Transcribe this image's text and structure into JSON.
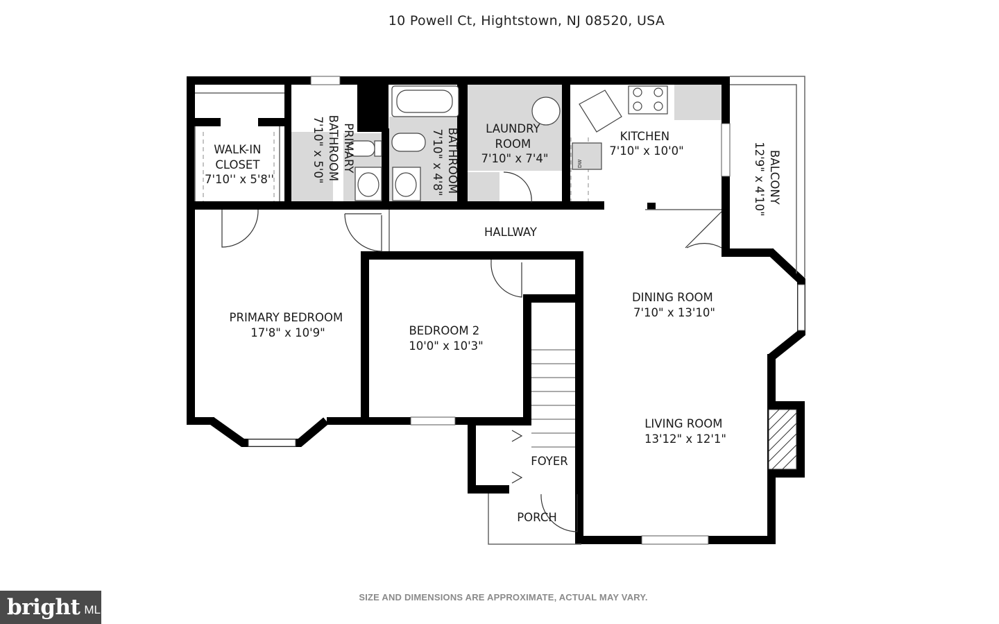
{
  "address": "10 Powell Ct, Hightstown, NJ 08520, USA",
  "rooms": {
    "walkin_closet": {
      "name": [
        "WALK-IN",
        "CLOSET"
      ],
      "dims": "7'10'' x 5'8''"
    },
    "primary_bathroom": {
      "name": [
        "PRIMARY",
        "BATHROOM"
      ],
      "dims": "7'10\" x 5'0\""
    },
    "bathroom": {
      "name": "BATHROOM",
      "dims": "7'10\" x 4'8\""
    },
    "laundry": {
      "name": [
        "LAUNDRY",
        "ROOM"
      ],
      "dims": "7'10\" x 7'4\""
    },
    "kitchen": {
      "name": "KITCHEN",
      "dims": "7'10\" x 10'0\""
    },
    "balcony": {
      "name": "BALCONY",
      "dims": "12'9\" x 4'10\""
    },
    "hallway": {
      "name": "HALLWAY"
    },
    "primary_bedroom": {
      "name": "PRIMARY BEDROOM",
      "dims": "17'8\" x 10'9\""
    },
    "bedroom2": {
      "name": "BEDROOM 2",
      "dims": "10'0\" x 10'3\""
    },
    "dining": {
      "name": "DINING ROOM",
      "dims": "7'10\" x 13'10\""
    },
    "living": {
      "name": "LIVING ROOM",
      "dims": "13'12\" x 12'1\""
    },
    "foyer": {
      "name": "FOYER"
    },
    "porch": {
      "name": "PORCH"
    }
  },
  "appliance_label": "DW",
  "disclaimer": "SIZE AND DIMENSIONS ARE APPROXIMATE, ACTUAL MAY VARY.",
  "logo": {
    "word": "bright",
    "suffix": "MLS"
  },
  "colors": {
    "wall": "#000000",
    "fixture_fill": "#d9d9d9",
    "logo_bg": "#4a4a4a"
  }
}
